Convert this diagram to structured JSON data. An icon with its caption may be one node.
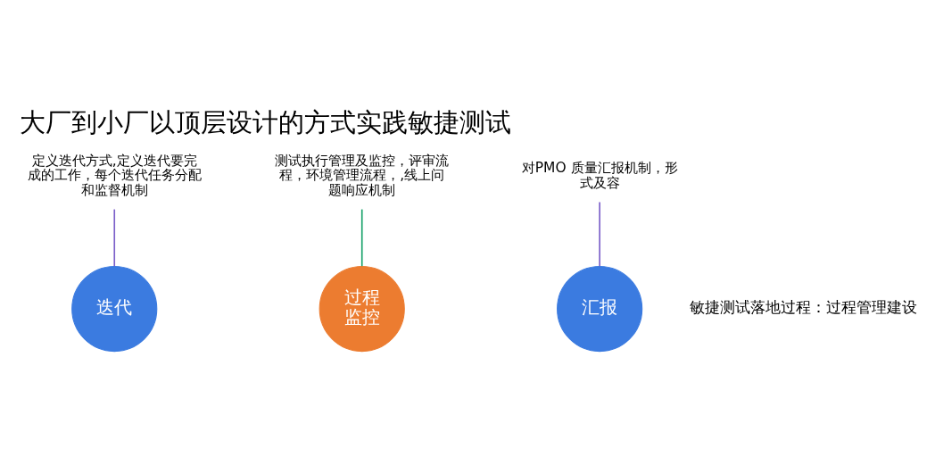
{
  "diagram": {
    "title": "大厂到小厂以顶层设计的方式实践敏捷测试",
    "nodes": [
      {
        "text": [
          "迭代"
        ]
      },
      {
        "text": [
          "定义迭代方式,定义迭代要完成的工作，每个迭代任务分配和监督机制"
        ]
      },
      {
        "text": [
          "过程监控"
        ]
      },
      {
        "text": [
          "测试执行管理及监控，评审流程，环境管理流程，,线上问题响应机制"
        ]
      },
      {
        "text": [
          "汇报"
        ]
      },
      {
        "text": [
          "对PMO 质量汇报机制，形式及容"
        ]
      }
    ],
    "edges": [
      {
        "from": 0,
        "to": 1,
        "arrow": "none"
      },
      {
        "from": 2,
        "to": 3,
        "arrow": "none",
        "color": "#1aa36b"
      },
      {
        "from": 4,
        "to": 5,
        "arrow": "none"
      }
    ],
    "labels": [
      "敏捷测试落地过程：过程管理建设"
    ]
  }
}
